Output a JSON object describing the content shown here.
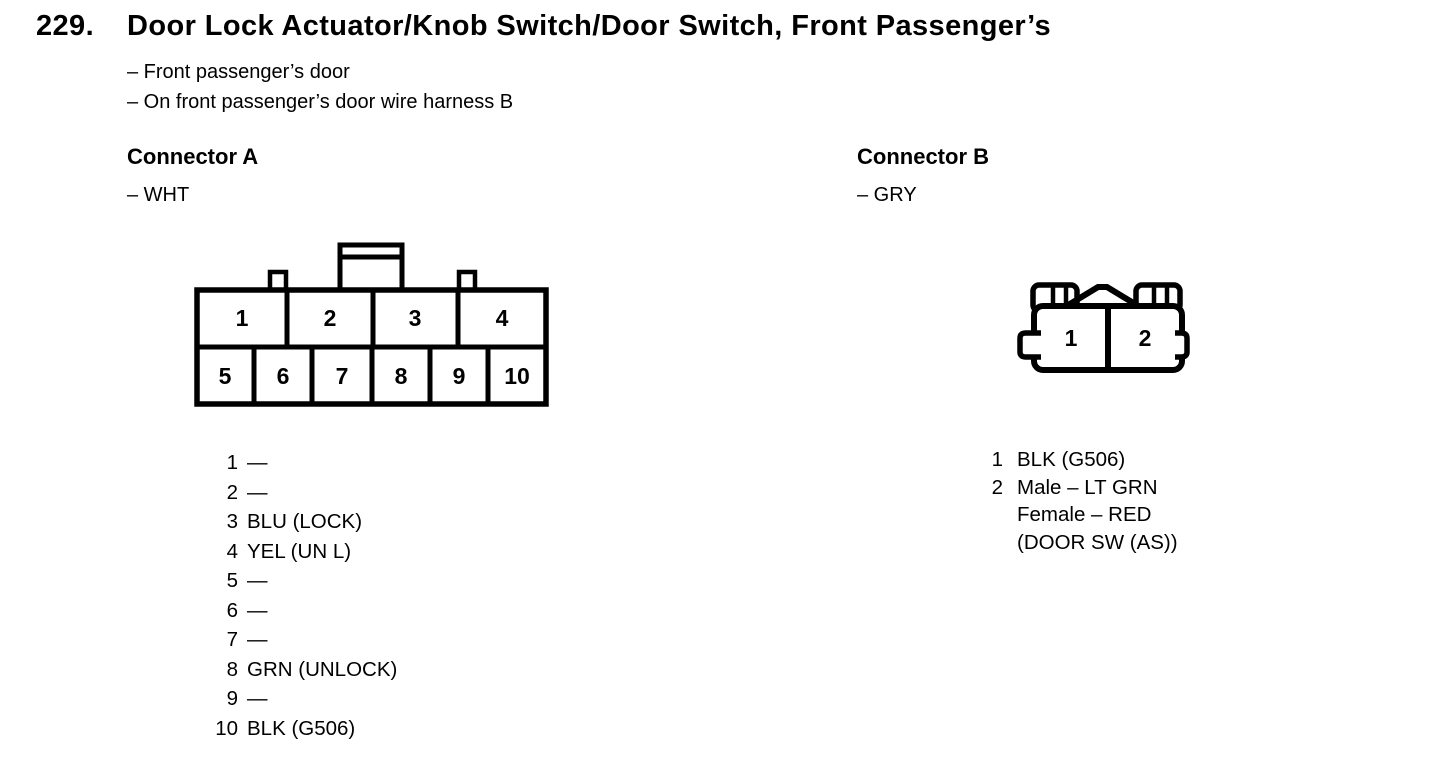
{
  "page": {
    "number": "229.",
    "title": "Door Lock Actuator/Knob Switch/Door Switch, Front Passenger’s",
    "notes": [
      "– Front passenger’s door",
      "– On front passenger’s door wire harness B"
    ]
  },
  "colors": {
    "ink": "#000000",
    "paper": "#ffffff"
  },
  "connector_a": {
    "heading": "Connector A",
    "color_note": "– WHT",
    "diagram": {
      "top_row_pins": [
        "1",
        "2",
        "3",
        "4"
      ],
      "bottom_row_pins": [
        "5",
        "6",
        "7",
        "8",
        "9",
        "10"
      ]
    },
    "pins": [
      {
        "num": "1",
        "wire": "—"
      },
      {
        "num": "2",
        "wire": "—"
      },
      {
        "num": "3",
        "wire": "BLU (LOCK)"
      },
      {
        "num": "4",
        "wire": "YEL (UN L)"
      },
      {
        "num": "5",
        "wire": "—"
      },
      {
        "num": "6",
        "wire": "—"
      },
      {
        "num": "7",
        "wire": "—"
      },
      {
        "num": "8",
        "wire": "GRN (UNLOCK)"
      },
      {
        "num": "9",
        "wire": "—"
      },
      {
        "num": "10",
        "wire": "BLK (G506)"
      }
    ]
  },
  "connector_b": {
    "heading": "Connector B",
    "color_note": "– GRY",
    "diagram": {
      "pins": [
        "1",
        "2"
      ]
    },
    "pins": [
      {
        "num": "1",
        "lines": [
          "BLK (G506)"
        ]
      },
      {
        "num": "2",
        "lines": [
          "Male – LT GRN",
          "Female – RED",
          "(DOOR SW (AS))"
        ]
      }
    ]
  }
}
